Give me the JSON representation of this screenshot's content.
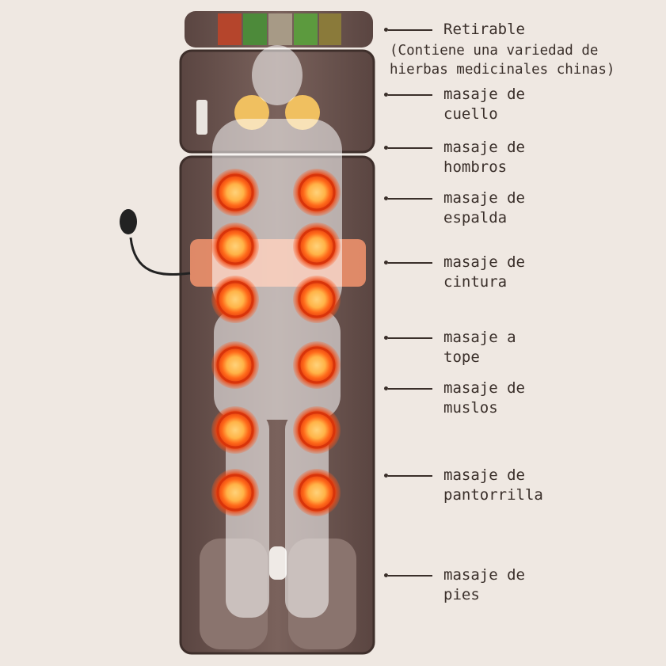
{
  "labels": [
    {
      "line1": "Retirable",
      "line2": ""
    },
    {
      "line1": "masaje de",
      "line2": "cuello"
    },
    {
      "line1": "masaje de",
      "line2": "hombros"
    },
    {
      "line1": "masaje de",
      "line2": "espalda"
    },
    {
      "line1": "masaje de",
      "line2": "cintura"
    },
    {
      "line1": "masaje a",
      "line2": "tope"
    },
    {
      "line1": "masaje de",
      "line2": "muslos"
    },
    {
      "line1": "masaje de",
      "line2": "pantorrilla"
    },
    {
      "line1": "masaje de",
      "line2": "pies"
    }
  ],
  "note": {
    "line1": "(Contiene una variedad de",
    "line2": "hierbas medicinales chinas)"
  },
  "colors": {
    "background": "#efe8e2",
    "mat": "#6b5550",
    "heat": "#ff5a1f",
    "text": "#3a2f2a"
  }
}
